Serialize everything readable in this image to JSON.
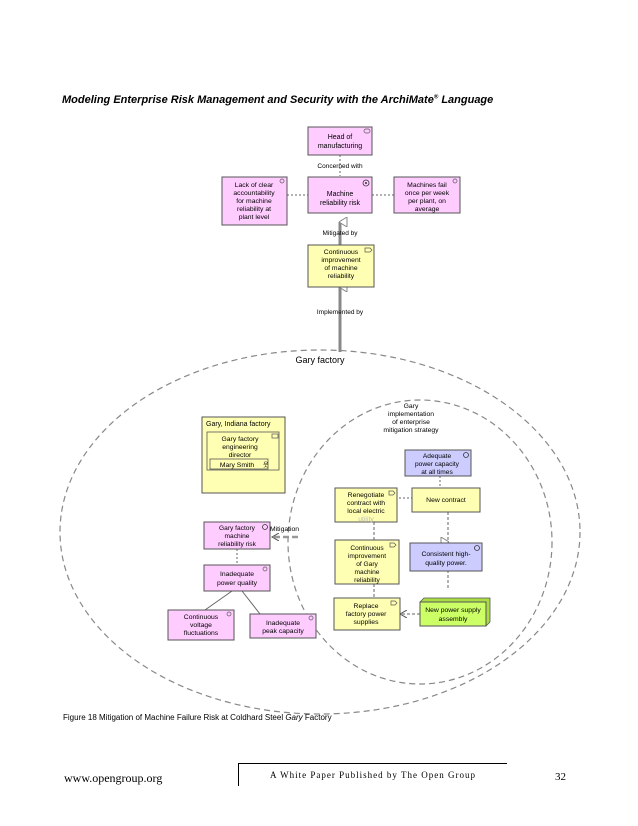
{
  "header": {
    "title": "Modeling Enterprise Risk Management and Security with the ArchiMate",
    "reg": "®",
    "title_suffix": " Language"
  },
  "diagram": {
    "head_mfg": [
      "Head of",
      "manufacturing"
    ],
    "concerned_with": "Concerned with",
    "lack_clear": [
      "Lack of clear",
      "accountability",
      "for machine",
      "reliability at",
      "plant level"
    ],
    "machine_risk": [
      "Machine",
      "reliability risk"
    ],
    "machines_fail": [
      "Machines fail",
      "once per week",
      "per plant, on",
      "average"
    ],
    "mitigated_by": "Mitigated by",
    "continuous_improvement": [
      "Continuous",
      "improvement",
      "of machine",
      "reliability"
    ],
    "implemented_by": "Implemented by",
    "gary_factory": "Gary factory",
    "gary_indiana": "Gary, Indiana factory",
    "engineering_director": [
      "Gary factory",
      "engineering",
      "director"
    ],
    "mary_smith": "Mary Smith",
    "gary_implementation": [
      "Gary",
      "implementation",
      "of enterprise",
      "mitigation strategy"
    ],
    "adequate_power": [
      "Adequate",
      "power capacity",
      "at all times"
    ],
    "renegotiate": [
      "Renegotiate",
      "contract with",
      "local electric",
      "utility"
    ],
    "new_contract": "New contract",
    "gary_machine_risk": [
      "Gary factory",
      "machine",
      "reliability risk"
    ],
    "mitigation": "Mitigation",
    "continuous_gary": [
      "Continuous",
      "improvement",
      "of Gary",
      "machine",
      "reliability"
    ],
    "consistent_power": [
      "Consistent high-",
      "quality power."
    ],
    "inadequate_quality": [
      "Inadequate",
      "power quality"
    ],
    "replace_supplies": [
      "Replace",
      "factory power",
      "supplies"
    ],
    "new_assembly": [
      "New power supply",
      "assembly"
    ],
    "voltage_fluct": [
      "Continuous",
      "voltage",
      "fluctuations"
    ],
    "peak_capacity": [
      "Inadequate",
      "peak capacity"
    ]
  },
  "caption": {
    "prefix": "Figure 18 Mitigation of Machine Failure Risk at Coldhard Steel ",
    "italic": "Gary",
    "suffix": " Factory"
  },
  "footer": {
    "url": "www.opengroup.org",
    "center": "A White Paper Published by The Open Group",
    "page": "32"
  },
  "colors": {
    "pink": "#ffccff",
    "yellow": "#ffffb3",
    "blue": "#ccccff",
    "green": "#ccff66"
  }
}
